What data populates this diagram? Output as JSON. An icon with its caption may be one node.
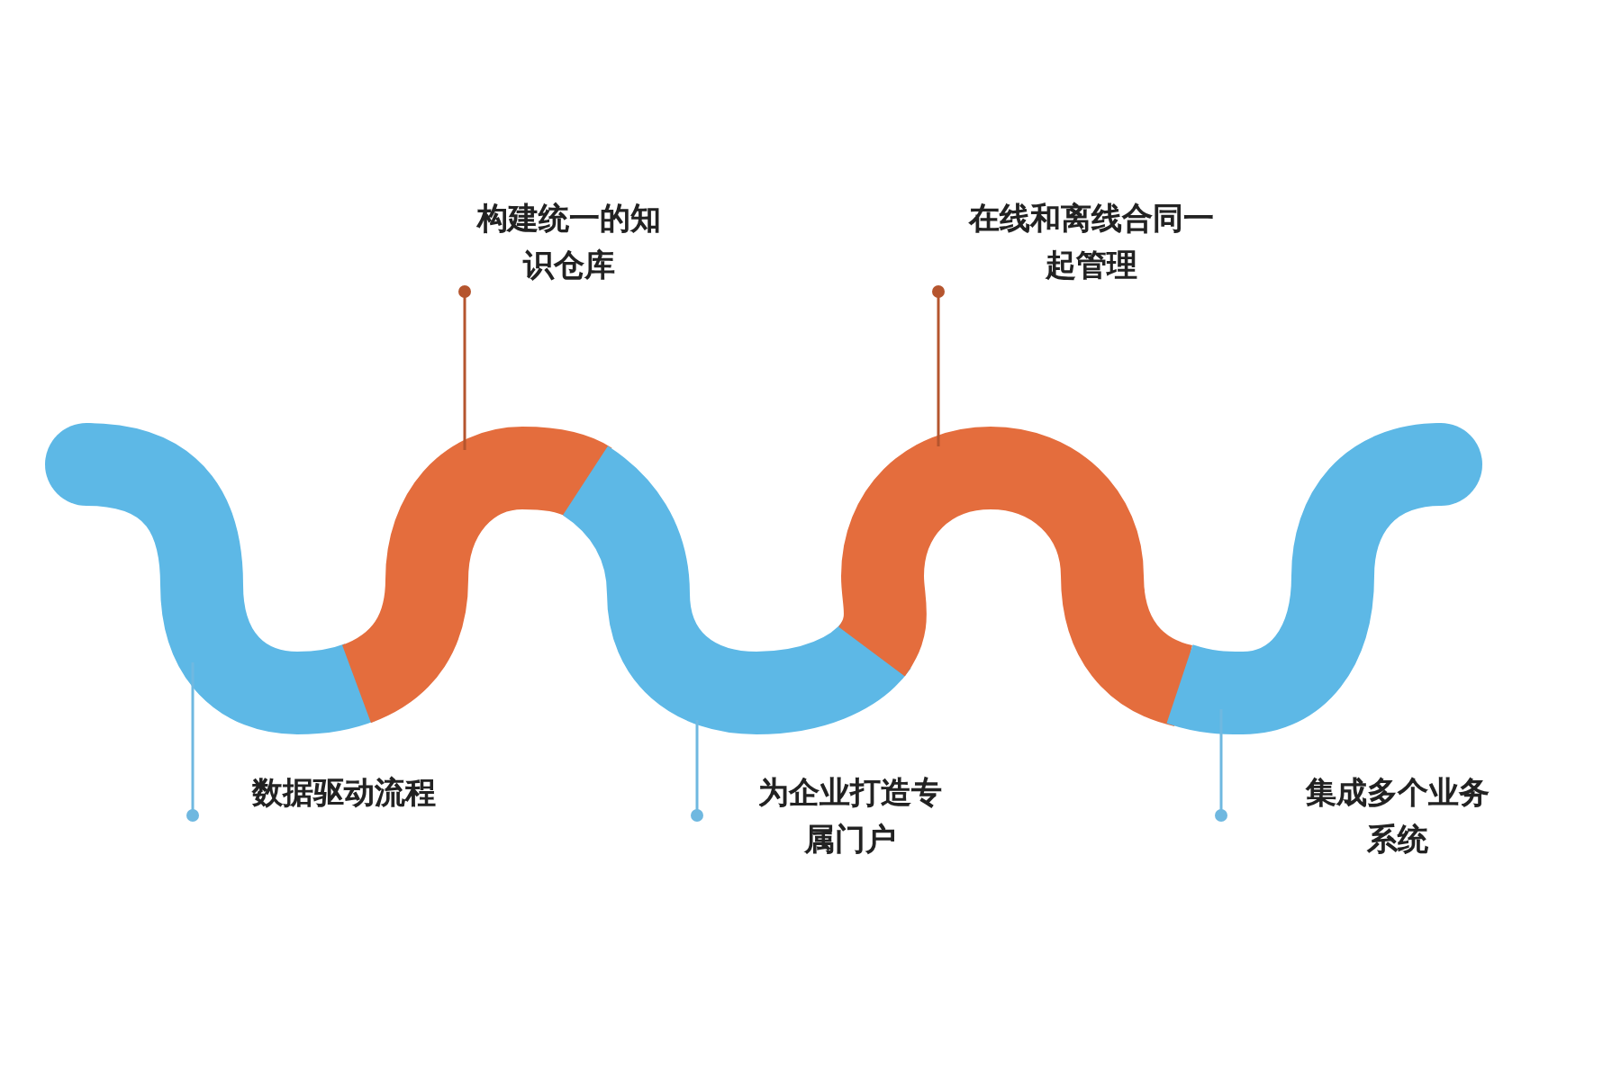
{
  "diagram": {
    "nodes": [
      {
        "text": [
          "构建统一的知识仓库"
        ]
      },
      {
        "text": [
          "在线和离线合同一起管理"
        ]
      },
      {
        "text": [],
        "shape": "band"
      },
      {
        "text": [],
        "shape": "band"
      },
      {
        "text": [],
        "shape": "band"
      },
      {
        "text": [],
        "shape": "band"
      },
      {
        "text": [],
        "shape": "band"
      },
      {
        "text": [
          "数据驱动流程"
        ]
      },
      {
        "text": [
          "为企业打造专属门户"
        ]
      },
      {
        "text": [
          "集成多个业务系统"
        ]
      }
    ],
    "edges": [
      {
        "from": 0,
        "to": 3,
        "arrow": "other",
        "color": "#b5552e"
      },
      {
        "from": 1,
        "to": 5,
        "arrow": "other",
        "color": "#b5552e"
      },
      {
        "from": 7,
        "to": 2,
        "arrow": "other"
      },
      {
        "from": 8,
        "to": 4,
        "arrow": "other"
      },
      {
        "from": 9,
        "to": 6,
        "arrow": "other"
      }
    ]
  }
}
